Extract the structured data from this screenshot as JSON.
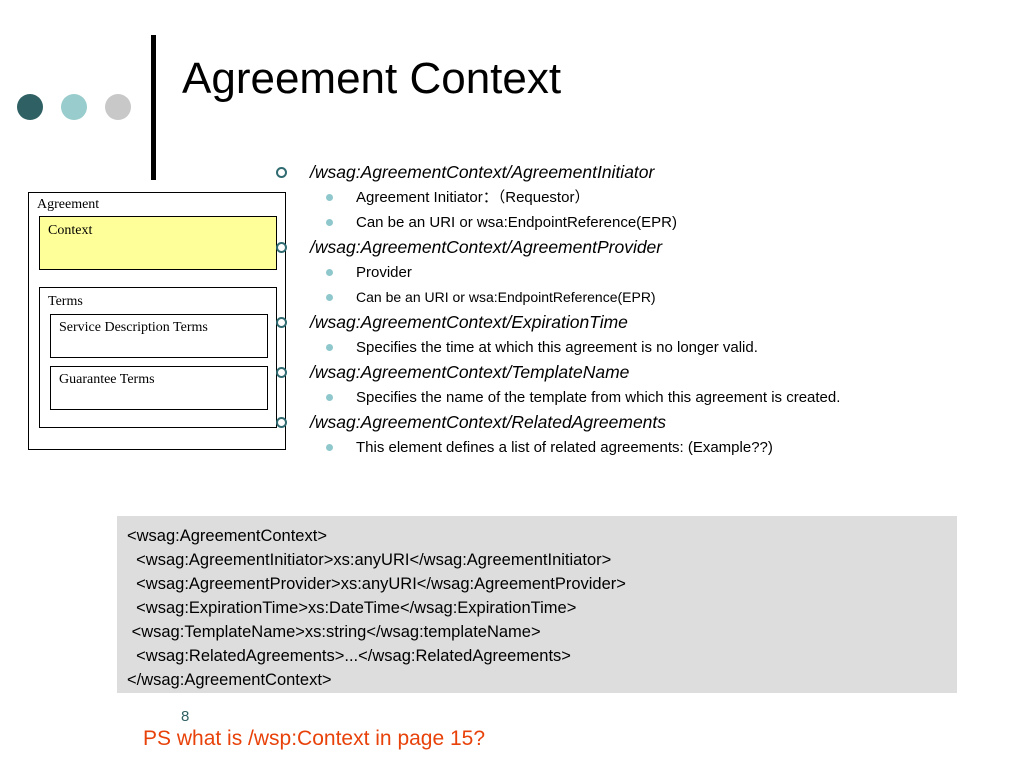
{
  "slide": {
    "title": "Agreement Context",
    "page_number": "8",
    "note": "PS what is /wsp:Context in page 15?"
  },
  "diagram": {
    "agreement_label": "Agreement",
    "context_label": "Context",
    "terms_label": "Terms",
    "service_description_terms_label": "Service Description Terms",
    "guarantee_terms_label": "Guarantee Terms",
    "context_fill_color": "#ffff99"
  },
  "bullets": [
    {
      "heading": "/wsag:AgreementContext/AgreementInitiator",
      "subs": [
        "Agreement Initiator：（Requestor）",
        "Can be an URI or wsa:EndpointReference(EPR)"
      ]
    },
    {
      "heading": "/wsag:AgreementContext/AgreementProvider",
      "subs": [
        "Provider",
        "Can be an URI or wsa:EndpointReference(EPR)"
      ]
    },
    {
      "heading": "/wsag:AgreementContext/ExpirationTime",
      "subs": [
        "Specifies the time at which this agreement is no longer valid."
      ]
    },
    {
      "heading": "/wsag:AgreementContext/TemplateName",
      "subs": [
        "Specifies the name of the template from which this agreement is created."
      ]
    },
    {
      "heading": "/wsag:AgreementContext/RelatedAgreements",
      "subs": [
        "This element defines a list of related agreements: (Example??)"
      ]
    }
  ],
  "code_lines": [
    "<wsag:AgreementContext>",
    "  <wsag:AgreementInitiator>xs:anyURI</wsag:AgreementInitiator>",
    "  <wsag:AgreementProvider>xs:anyURI</wsag:AgreementProvider>",
    "  <wsag:ExpirationTime>xs:DateTime</wsag:ExpirationTime>",
    " <wsag:TemplateName>xs:string</wsag:templateName>",
    "  <wsag:RelatedAgreements>...</wsag:RelatedAgreements>",
    "</wsag:AgreementContext>"
  ],
  "colors": {
    "accent_dark": "#2f6164",
    "accent_light": "#99cccc",
    "accent_gray": "#c8c8c8",
    "code_background": "#dddddd",
    "note_color": "#e8420a"
  }
}
